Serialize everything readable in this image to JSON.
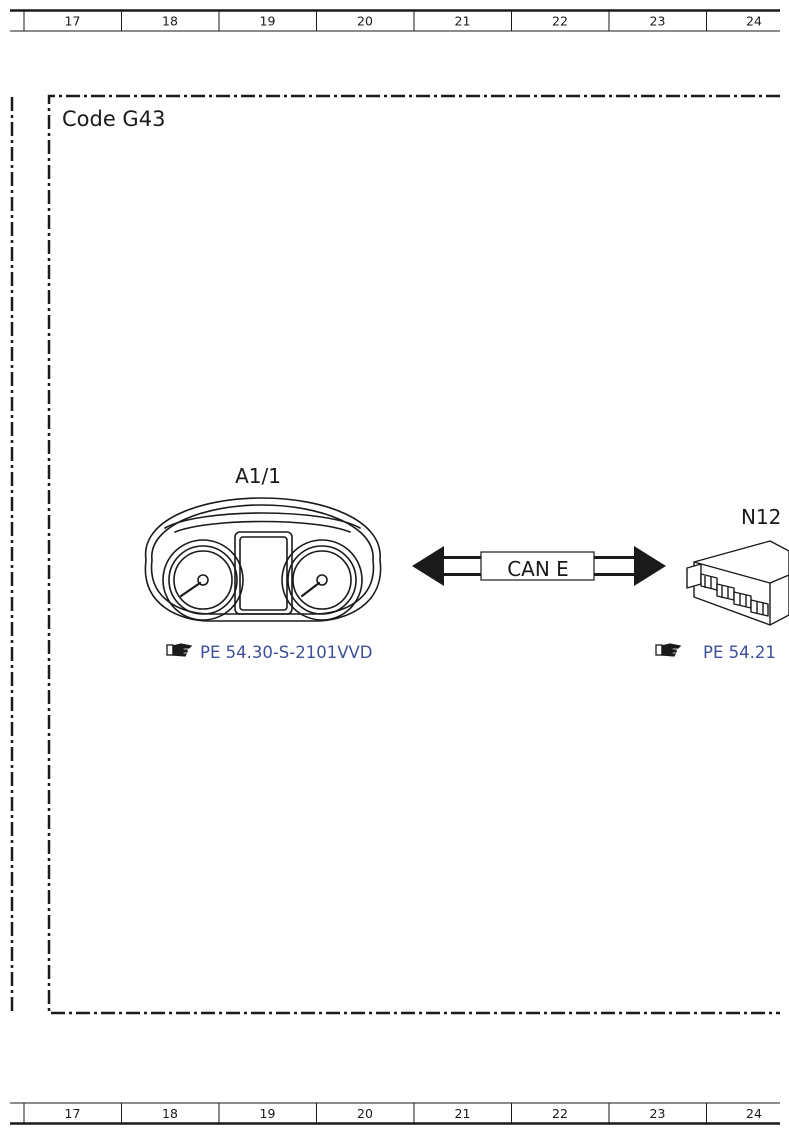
{
  "ruler": {
    "columns": [
      "17",
      "18",
      "19",
      "20",
      "21",
      "22",
      "23",
      "24"
    ]
  },
  "diagram": {
    "code_label": "Code G43",
    "components": {
      "instrument_cluster": {
        "label": "A1/1",
        "reference": "PE 54.30-S-2101VVD",
        "icon": "hand-pointer-icon"
      },
      "control_unit": {
        "label": "N12",
        "reference": "PE 54.21",
        "icon": "hand-pointer-icon"
      }
    },
    "bus": {
      "label": "CAN E"
    }
  },
  "colors": {
    "line": "#1a1a1a",
    "reference_link": "#3e4f9c"
  }
}
